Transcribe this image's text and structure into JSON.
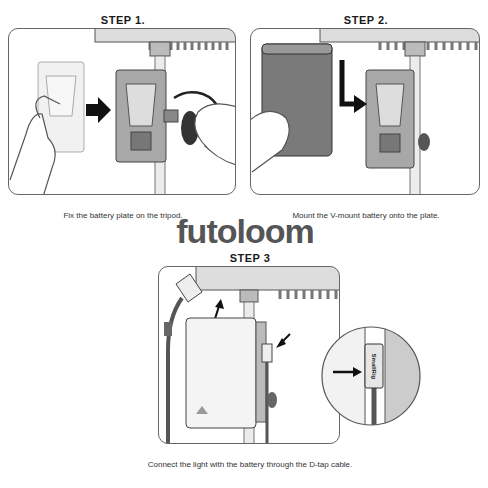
{
  "diagram": {
    "nodes": [
      {
        "text": [
          "STEP 1.",
          "Fix the battery plate on the tripod."
        ]
      },
      {
        "text": [
          "STEP 2.",
          "Mount the V-mount battery onto the plate."
        ]
      },
      {
        "text": [
          "STEP 3",
          "Connect the light with the battery through the D-tap cable."
        ]
      },
      {
        "text": [
          "SmallRig"
        ],
        "in": 2
      }
    ],
    "labels": [
      "futoloom"
    ]
  }
}
